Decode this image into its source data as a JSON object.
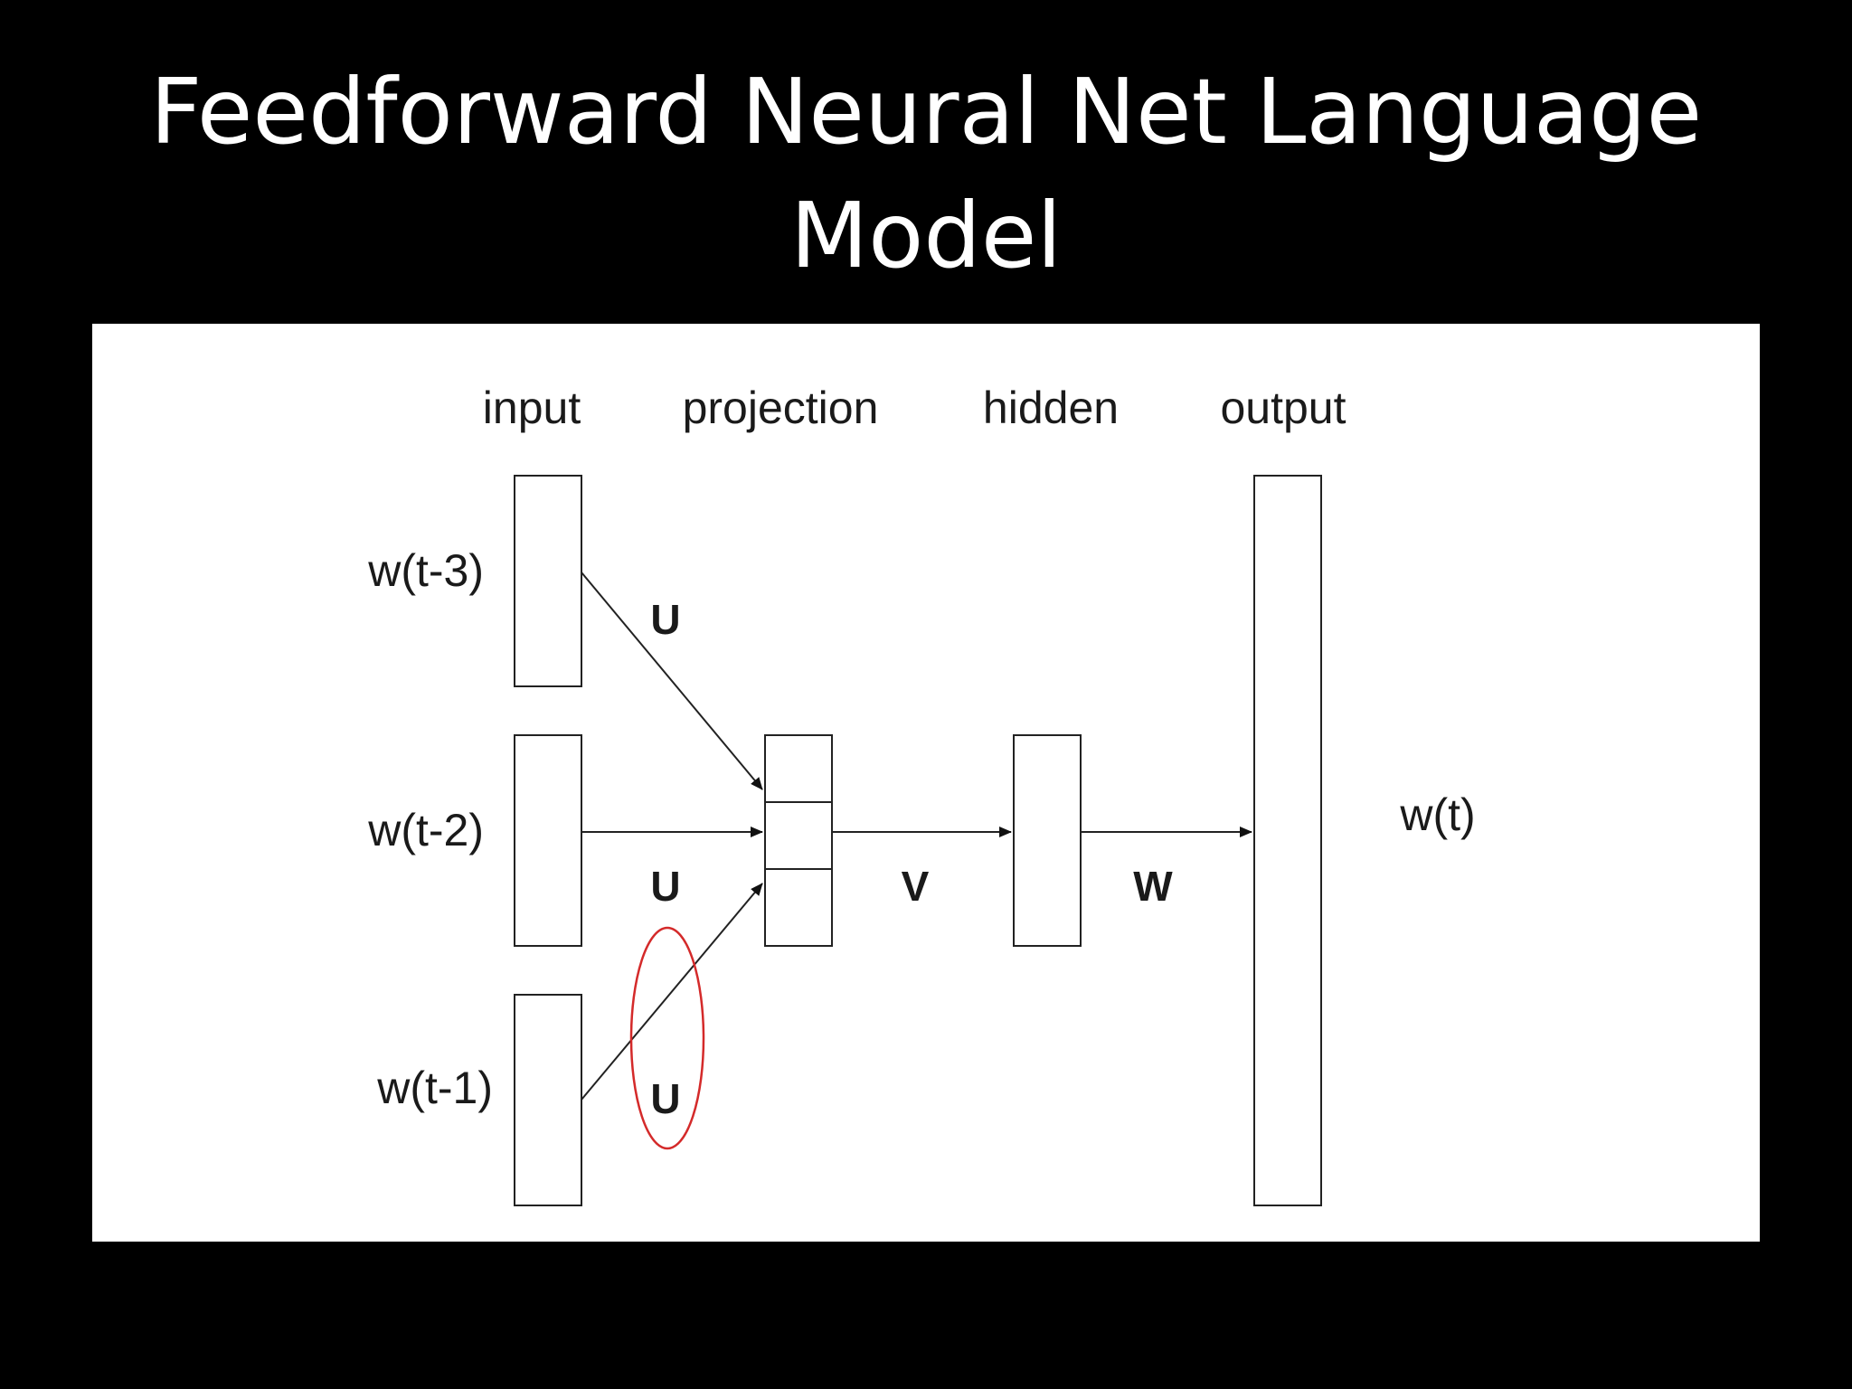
{
  "title": {
    "line1": "Feedforward Neural Net Language",
    "line2": "Model"
  },
  "diagram": {
    "layers": {
      "input": "input",
      "projection": "projection",
      "hidden": "hidden",
      "output": "output"
    },
    "inputs": [
      "w(t-3)",
      "w(t-2)",
      "w(t-1)"
    ],
    "output_word": "w(t)",
    "weights": {
      "u_top": "U",
      "u_mid": "U",
      "u_bottom": "U",
      "v": "V",
      "w": "W"
    },
    "highlight_color": "#d42a2a"
  }
}
